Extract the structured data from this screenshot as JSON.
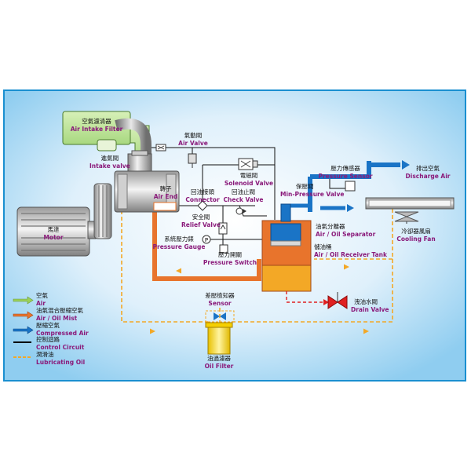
{
  "components": {
    "air_intake_filter": {
      "zh": "空氣濾清器",
      "en": "Air Intake Filter"
    },
    "air_valve": {
      "zh": "氣動閥",
      "en": "Air Valve"
    },
    "intake_valve": {
      "zh": "進氣閥",
      "en": "Intake valve"
    },
    "solenoid_valve": {
      "zh": "電磁閥",
      "en": "Solenoid Valve"
    },
    "pressure_sensor": {
      "zh": "壓力傳感器",
      "en": "Pressure Sensor"
    },
    "discharge_air": {
      "zh": "排出空氣",
      "en": "Discharge Air"
    },
    "air_end": {
      "zh": "轉子",
      "en": "Air End"
    },
    "connector": {
      "zh": "回油接頭",
      "en": "Connector"
    },
    "check_valve": {
      "zh": "回油止閥",
      "en": "Check Valve"
    },
    "min_pressure_valve": {
      "zh": "保壓閥",
      "en": "Min-Pressure Valve"
    },
    "motor": {
      "zh": "馬達",
      "en": "Motor"
    },
    "relief_valve": {
      "zh": "安全閥",
      "en": "Relief Valve"
    },
    "air_oil_separator": {
      "zh": "油氣分離器",
      "en": "Air / Oil Separator"
    },
    "pressure_gauge": {
      "zh": "系統壓力錶",
      "en": "Pressure Gauge"
    },
    "receiver_tank": {
      "zh": "儲油桶",
      "en": "Air / Oil Receiver Tank"
    },
    "cooling_fan": {
      "zh": "冷卻器風扇",
      "en": "Cooling Fan"
    },
    "pressure_switch": {
      "zh": "壓力開關",
      "en": "Pressure Switch"
    },
    "sensor": {
      "zh": "差壓檢知器",
      "en": "Sensor"
    },
    "drain_valve": {
      "zh": "洩油水閥",
      "en": "Drain Valve"
    },
    "oil_filter": {
      "zh": "油過濾器",
      "en": "Oil Filter"
    }
  },
  "legend": {
    "air": {
      "zh": "空氣",
      "en": "Air",
      "color": "#9bd05a"
    },
    "air_oil_mist": {
      "zh": "油氣混合壓縮空氣",
      "en": "Air / Oil Mist",
      "color": "#e8742c"
    },
    "compressed_air": {
      "zh": "壓縮空氣",
      "en": "Compressed Air",
      "color": "#1a74c6"
    },
    "control_circuit": {
      "zh": "控制迴路",
      "en": "Control Circuit",
      "color": "#000000"
    },
    "lubricating_oil": {
      "zh": "潤滑油",
      "en": "Lubricating Oil",
      "color": "#f3a826"
    }
  }
}
